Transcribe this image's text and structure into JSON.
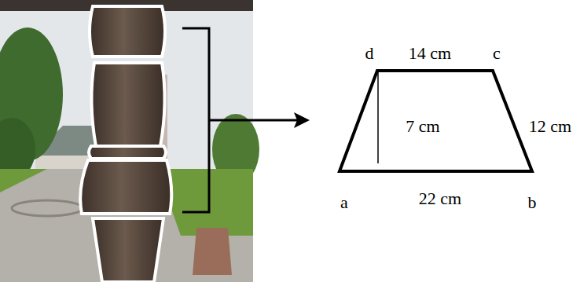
{
  "diagram": {
    "nodes": [
      {
        "text": [
          "7 cm"
        ]
      }
    ],
    "labels": [
      "d",
      "14 cm",
      "c",
      "12 cm",
      "a",
      "22 cm",
      "b"
    ]
  }
}
